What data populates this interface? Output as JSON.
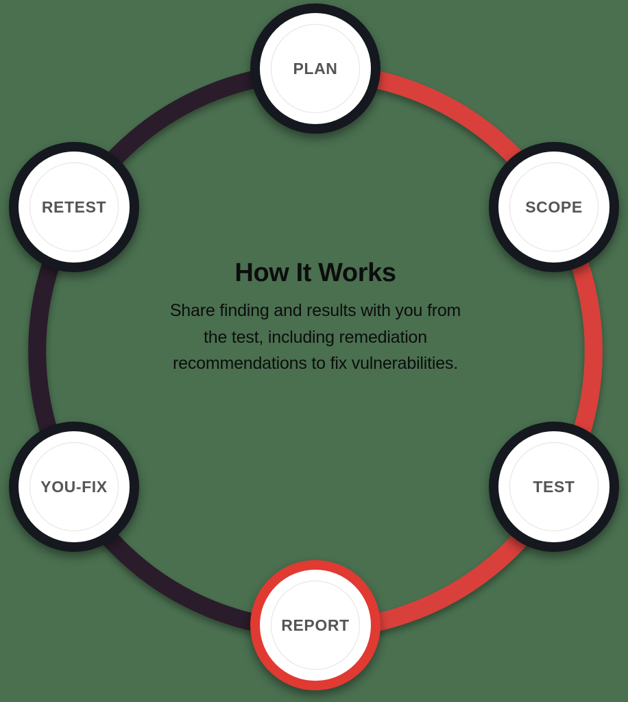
{
  "diagram": {
    "type": "circular-process",
    "center": {
      "title": "How It Works",
      "description": "Share finding and results with you from the test, including remediation recommendations to fix vulnerabilities.",
      "description_lines": [
        "Share finding and results with you from",
        "the test, including remediation",
        "recommendations to fix vulnerabilities."
      ]
    },
    "nodes": [
      {
        "id": "plan",
        "label": "PLAN",
        "order": 1,
        "active": false,
        "position": "top"
      },
      {
        "id": "scope",
        "label": "SCOPE",
        "order": 2,
        "active": false,
        "position": "top-right"
      },
      {
        "id": "test",
        "label": "TEST",
        "order": 3,
        "active": false,
        "position": "bottom-right"
      },
      {
        "id": "report",
        "label": "REPORT",
        "order": 4,
        "active": true,
        "position": "bottom"
      },
      {
        "id": "youfix",
        "label": "YOU-FIX",
        "order": 5,
        "active": false,
        "position": "bottom-left"
      },
      {
        "id": "retest",
        "label": "RETEST",
        "order": 6,
        "active": false,
        "position": "top-left"
      }
    ],
    "colors": {
      "background": "#4a7050",
      "arc_progress": "#d9403a",
      "arc_remaining": "#2a1f2b",
      "node_ring": "#15181f",
      "node_ring_active": "#e03a32",
      "node_fill": "#ffffff",
      "node_inner_stroke": "#e2e2e2",
      "node_label": "#555555",
      "center_text": "#0d0d0d"
    },
    "arc_segments": [
      {
        "from": "plan",
        "to": "scope",
        "color": "#d9403a"
      },
      {
        "from": "scope",
        "to": "test",
        "color": "#d9403a"
      },
      {
        "from": "test",
        "to": "report",
        "color": "#d9403a"
      },
      {
        "from": "report",
        "to": "youfix",
        "color": "#2a1f2b"
      },
      {
        "from": "youfix",
        "to": "retest",
        "color": "#2a1f2b"
      },
      {
        "from": "retest",
        "to": "plan",
        "color": "#2a1f2b"
      }
    ]
  }
}
